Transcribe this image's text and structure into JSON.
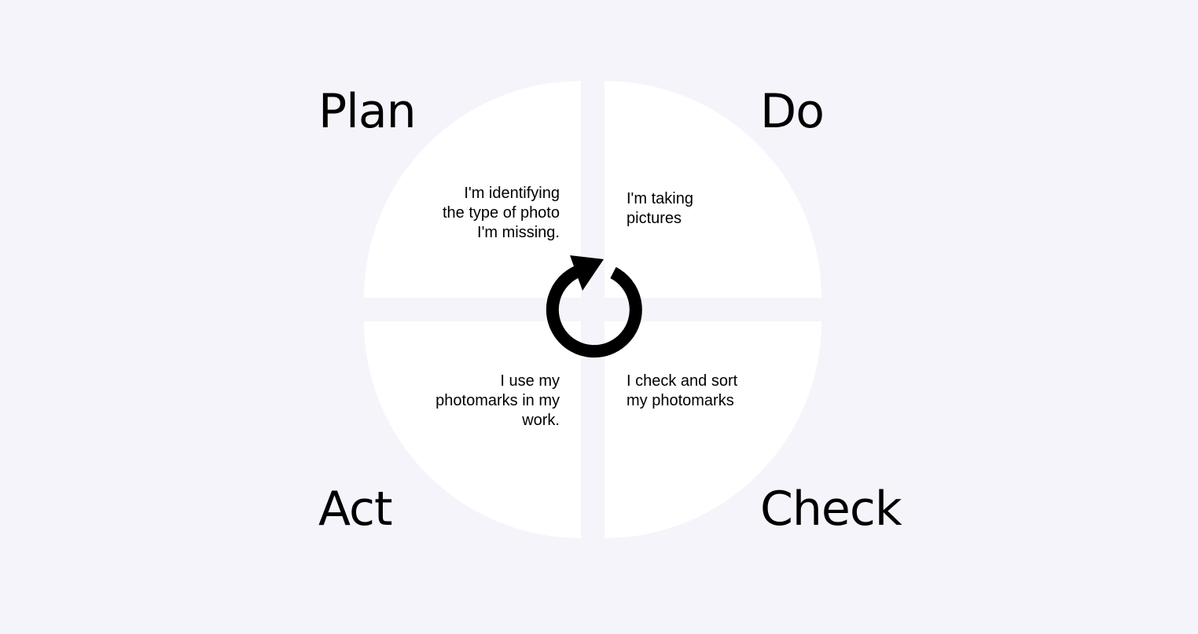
{
  "diagram": {
    "phases": {
      "plan": {
        "label": "Plan",
        "text": "I'm identifying\nthe type of photo\nI'm missing."
      },
      "do": {
        "label": "Do",
        "text": "I'm taking\npictures"
      },
      "check": {
        "label": "Check",
        "text": "I check and sort\nmy photomarks"
      },
      "act": {
        "label": "Act",
        "text": "I use my\nphotomarks in my\nwork."
      }
    },
    "center_icon": "cycle-arrow-icon",
    "colors": {
      "background": "#f5f4fa",
      "quadrant": "#ffffff",
      "text": "#000000"
    }
  }
}
